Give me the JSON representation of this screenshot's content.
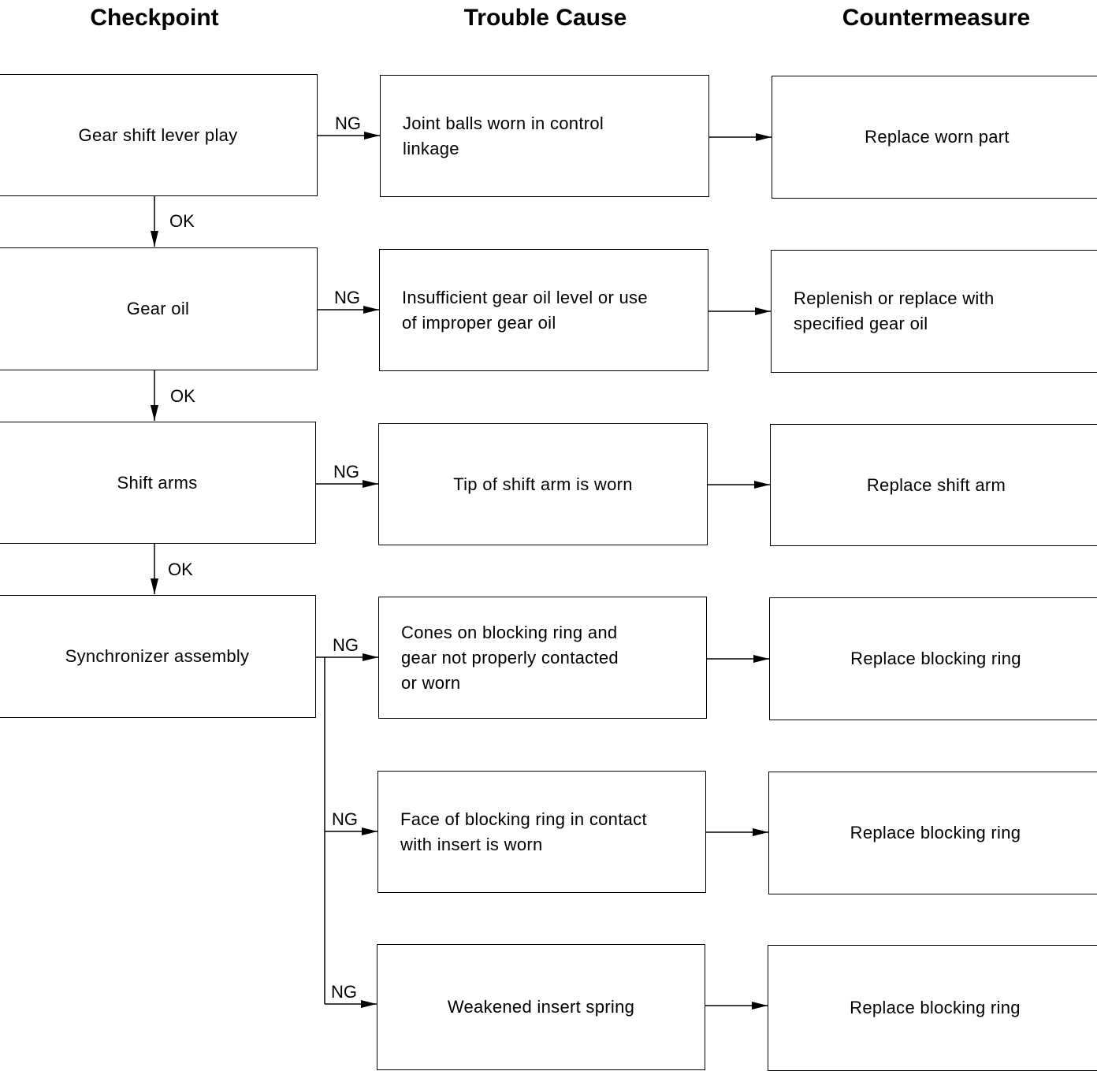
{
  "headers": {
    "checkpoint": "Checkpoint",
    "trouble_cause": "Trouble Cause",
    "countermeasure": "Countermeasure"
  },
  "checkpoints": [
    "Gear shift lever play",
    "Gear oil",
    "Shift arms",
    "Synchronizer assembly"
  ],
  "causes": [
    "Joint balls worn in control\nlinkage",
    "Insufficient gear oil level or use\nof improper gear oil",
    "Tip of shift arm is worn",
    "Cones on blocking ring and\ngear not properly contacted\nor worn",
    "Face of blocking ring in contact\nwith insert is worn",
    "Weakened insert spring"
  ],
  "countermeasures": [
    "Replace worn part",
    "Replenish or replace with\nspecified gear oil",
    "Replace shift arm",
    "Replace blocking ring",
    "Replace blocking ring",
    "Replace blocking ring"
  ],
  "ng_labels": [
    "NG",
    "NG",
    "NG",
    "NG",
    "NG",
    "NG"
  ],
  "ok_labels": [
    "OK",
    "OK",
    "OK"
  ]
}
